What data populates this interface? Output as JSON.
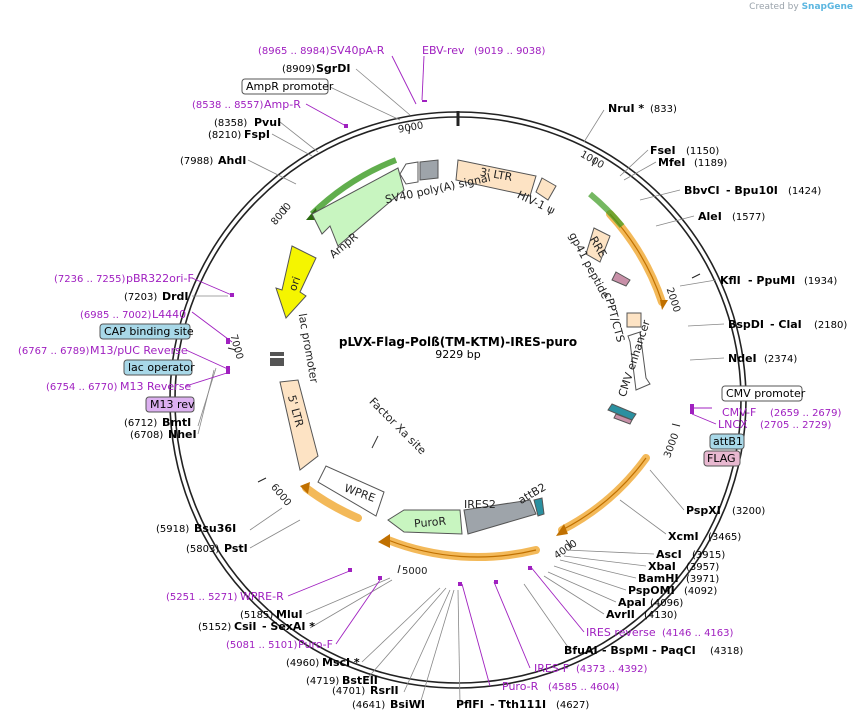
{
  "credit": {
    "prefix": "Created by",
    "brand": "SnapGene"
  },
  "plasmid": {
    "name": "pLVX-Flag-Polß(TM-KTM)-IRES-puro",
    "size": "9229 bp"
  },
  "ticks": [
    "1000",
    "2000",
    "3000",
    "4000",
    "5000",
    "6000",
    "7000",
    "8000",
    "9000"
  ],
  "sites": [
    {
      "name": "SgrDI",
      "pos": "(8909)"
    },
    {
      "name": "PvuI",
      "pos": "(8358)"
    },
    {
      "name": "FspI",
      "pos": "(8210)"
    },
    {
      "name": "AhdI",
      "pos": "(7988)"
    },
    {
      "name": "DrdI",
      "pos": "(7203)"
    },
    {
      "name": "BmtI",
      "pos": "(6712)"
    },
    {
      "name": "NheI",
      "pos": "(6708)"
    },
    {
      "name": "Bsu36I",
      "pos": "(5918)"
    },
    {
      "name": "PstI",
      "pos": "(5803)"
    },
    {
      "name": "MluI",
      "pos": "(5185)"
    },
    {
      "name": "CsiI",
      "name2": "- SexAI *",
      "pos": "(5152)"
    },
    {
      "name": "MscI *",
      "pos": "(4960)"
    },
    {
      "name": "BstEII",
      "pos": "(4719)"
    },
    {
      "name": "RsrII",
      "pos": "(4701)"
    },
    {
      "name": "BsiWI",
      "pos": "(4641)"
    },
    {
      "name": "PflFI",
      "name2": "- Tth111I",
      "pos": "(4627)"
    },
    {
      "name": "NruI *",
      "pos": "(833)"
    },
    {
      "name": "FseI",
      "pos": "(1150)"
    },
    {
      "name": "MfeI",
      "pos": "(1189)"
    },
    {
      "name": "BbvCI",
      "name2": "- Bpu10I",
      "pos": "(1424)"
    },
    {
      "name": "AleI",
      "pos": "(1577)"
    },
    {
      "name": "KflI",
      "name2": "- PpuMI",
      "pos": "(1934)"
    },
    {
      "name": "BspDI",
      "name2": "- ClaI",
      "pos": "(2180)"
    },
    {
      "name": "NdeI",
      "pos": "(2374)"
    },
    {
      "name": "PspXI",
      "pos": "(3200)"
    },
    {
      "name": "XcmI",
      "pos": "(3465)"
    },
    {
      "name": "AscI",
      "pos": "(3915)"
    },
    {
      "name": "XbaI",
      "pos": "(3957)"
    },
    {
      "name": "BamHI",
      "pos": "(3971)"
    },
    {
      "name": "PspOMI",
      "pos": "(4092)"
    },
    {
      "name": "ApaI",
      "pos": "(4096)"
    },
    {
      "name": "AvrII",
      "pos": "(4130)"
    },
    {
      "name": "BfuAI",
      "name2": "- BspMI - PaqCI",
      "pos": "(4318)"
    }
  ],
  "primers": [
    {
      "range": "(8965 .. 8984)",
      "name": "SV40pA-R"
    },
    {
      "range": "(9019 .. 9038)",
      "name": "EBV-rev"
    },
    {
      "range": "(8538 .. 8557)",
      "name": "Amp-R"
    },
    {
      "range": "(7236 .. 7255)",
      "name": "pBR322ori-F"
    },
    {
      "range": "(6985 .. 7002)",
      "name": "L4440"
    },
    {
      "range": "(6767 .. 6789)",
      "name": "M13/pUC Reverse"
    },
    {
      "range": "(6754 .. 6770)",
      "name": "M13 Reverse"
    },
    {
      "range": "(5251 .. 5271)",
      "name": "WPRE-R"
    },
    {
      "range": "(5081 .. 5101)",
      "name": "Puro-F"
    },
    {
      "range": "(4585 .. 4604)",
      "name": "Puro-R"
    },
    {
      "range": "(4373 .. 4392)",
      "name": "IRES-F"
    },
    {
      "range": "(4146 .. 4163)",
      "name": "IRES reverse"
    },
    {
      "range": "(2659 .. 2679)",
      "name": "CMV-F"
    },
    {
      "range": "(2705 .. 2729)",
      "name": "LNCX"
    }
  ],
  "boxed_labels": {
    "ampr_promoter": "AmpR promoter",
    "cap_binding": "CAP binding site",
    "lac_operator": "lac operator",
    "m13_rev": "M13 rev",
    "cmv_promoter": "CMV promoter",
    "attb1": "attB1",
    "flag": "FLAG"
  },
  "features": {
    "sv40": "SV40 poly(A) signal",
    "ampr": "AmpR",
    "ori": "ori",
    "lac_promoter": "lac promoter",
    "ltr5": "5' LTR",
    "ltr3": "3' LTR",
    "hiv": "HIV-1 ψ",
    "rre": "RRE",
    "gp41": "gp41 peptide",
    "cppt": "cPPT/CTS",
    "cmv_enh": "CMV enhancer",
    "factor_xa": "Factor Xa site",
    "wpre": "WPRE",
    "puro": "PuroR",
    "ires2": "IRES2",
    "attb2": "attB2"
  },
  "colors": {
    "primer": "#a020c0",
    "orange": "#f0a830",
    "green": "#3a9a20",
    "ltr": "#fde3c4",
    "ampr": "#c8f5c0",
    "ori": "#f5f500",
    "gray": "#9ea4aa",
    "box_blue": "#a8d8e8",
    "box_pink": "#e8b8d0",
    "box_violet": "#dcb0f0"
  }
}
